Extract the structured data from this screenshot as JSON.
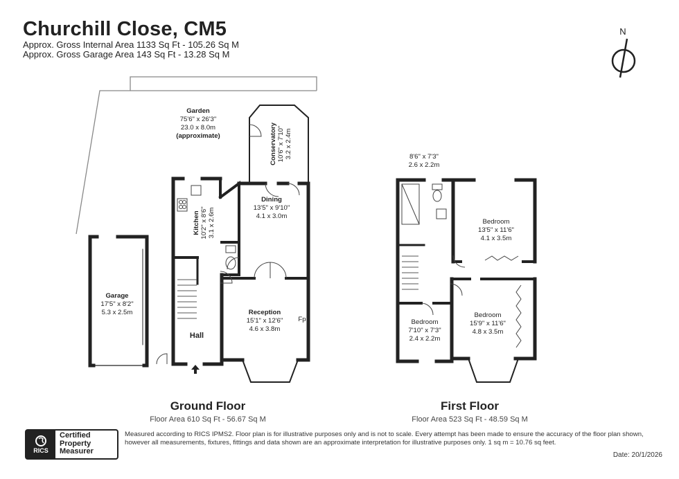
{
  "header": {
    "title": "Churchill Close, CM5",
    "line1": "Approx. Gross Internal Area 1133 Sq Ft - 105.26 Sq M",
    "line2": "Approx. Gross Garage Area 143 Sq Ft - 13.28 Sq M"
  },
  "compass": {
    "label": "N"
  },
  "ground_floor": {
    "title": "Ground Floor",
    "area": "Floor Area 610 Sq Ft - 56.67 Sq M",
    "rooms": {
      "garden": {
        "name": "Garden",
        "imperial": "75'6\" x 26'3\"",
        "metric": "23.0 x 8.0m",
        "note": "(approximate)"
      },
      "conservatory": {
        "name": "Conservatory",
        "imperial": "10'6\" x 7'10\"",
        "metric": "3.2 x 2.4m"
      },
      "dining": {
        "name": "Dining",
        "imperial": "13'5\" x 9'10\"",
        "metric": "4.1 x 3.0m"
      },
      "kitchen": {
        "name": "Kitchen",
        "imperial": "10'2\" x 8'6\"",
        "metric": "3.1 x 2.6m"
      },
      "garage": {
        "name": "Garage",
        "imperial": "17'5\" x 8'2\"",
        "metric": "5.3 x 2.5m"
      },
      "reception": {
        "name": "Reception",
        "imperial": "15'1\" x 12'6\"",
        "metric": "4.6 x 3.8m"
      },
      "hall": {
        "name": "Hall"
      },
      "fp": {
        "name": "Fp"
      }
    }
  },
  "first_floor": {
    "title": "First Floor",
    "area": "Floor Area 523 Sq Ft - 48.59 Sq M",
    "rooms": {
      "bathroom": {
        "imperial": "8'6\" x 7'3\"",
        "metric": "2.6 x 2.2m"
      },
      "bedroom1": {
        "name": "Bedroom",
        "imperial": "13'5\" x 11'6\"",
        "metric": "4.1 x 3.5m"
      },
      "bedroom2": {
        "name": "Bedroom",
        "imperial": "15'9\" x 11'6\"",
        "metric": "4.8 x 3.5m"
      },
      "bedroom3": {
        "name": "Bedroom",
        "imperial": "7'10\" x 7'3\"",
        "metric": "2.4 x 2.2m"
      }
    }
  },
  "badge": {
    "org": "RICS",
    "line1": "Certified",
    "line2": "Property",
    "line3": "Measurer"
  },
  "footer": {
    "line1": "Measured according to RICS IPMS2. Floor plan is for illustrative purposes only and is not to scale. Every attempt has been made to ensure the accuracy of the floor plan shown,",
    "line2": "however all measurements, fixtures, fittings and data shown are an approximate interpretation for illustrative purposes only. 1 sq m = 10.76 sq feet.",
    "date": "Date: 20/1/2026"
  }
}
